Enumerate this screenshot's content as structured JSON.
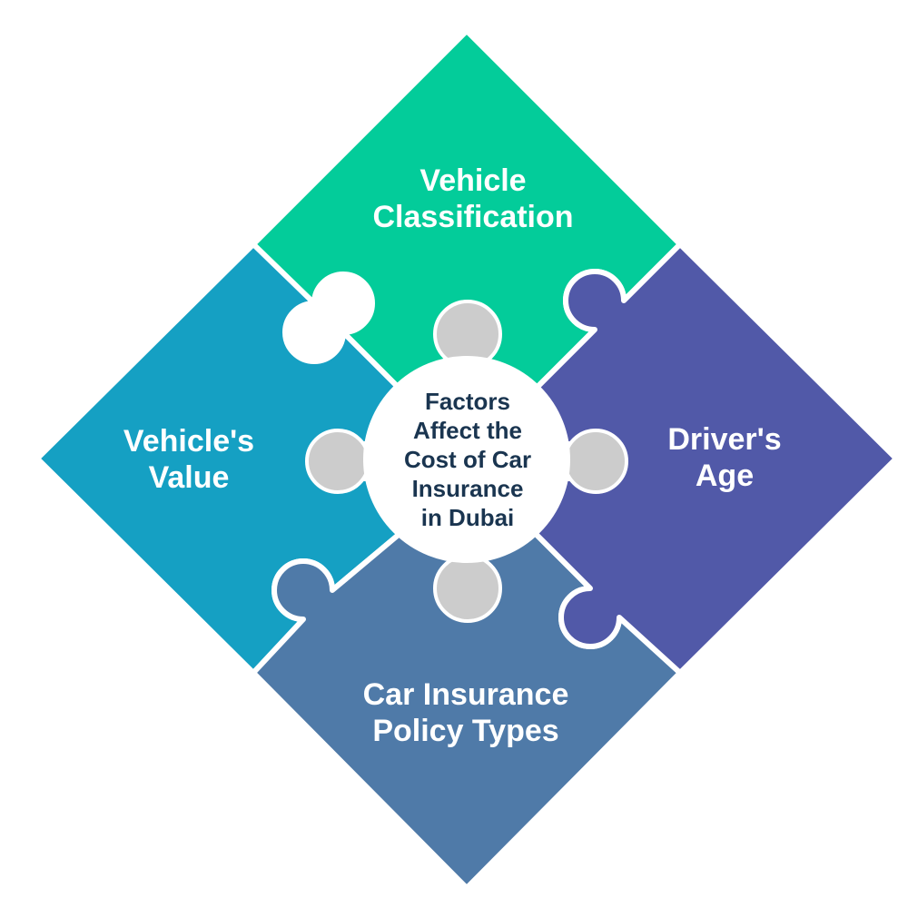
{
  "pieces": [
    {
      "id": "top",
      "lines": [
        "Vehicle",
        "Classification"
      ],
      "color": "#03cc9a"
    },
    {
      "id": "right",
      "lines": [
        "Driver's",
        "Age"
      ],
      "color": "#5159a8"
    },
    {
      "id": "bottom",
      "lines": [
        "Car Insurance",
        "Policy Types"
      ],
      "color": "#4f7aa8"
    },
    {
      "id": "left",
      "lines": [
        "Vehicle's",
        "Value"
      ],
      "color": "#15a0c3"
    }
  ],
  "center": {
    "lines": [
      "Factors",
      "Affect the",
      "Cost of Car",
      "Insurance",
      "in Dubai"
    ],
    "text_color": "#1a3550",
    "circle_color": "#ffffff",
    "connector_color": "#cccccc"
  }
}
